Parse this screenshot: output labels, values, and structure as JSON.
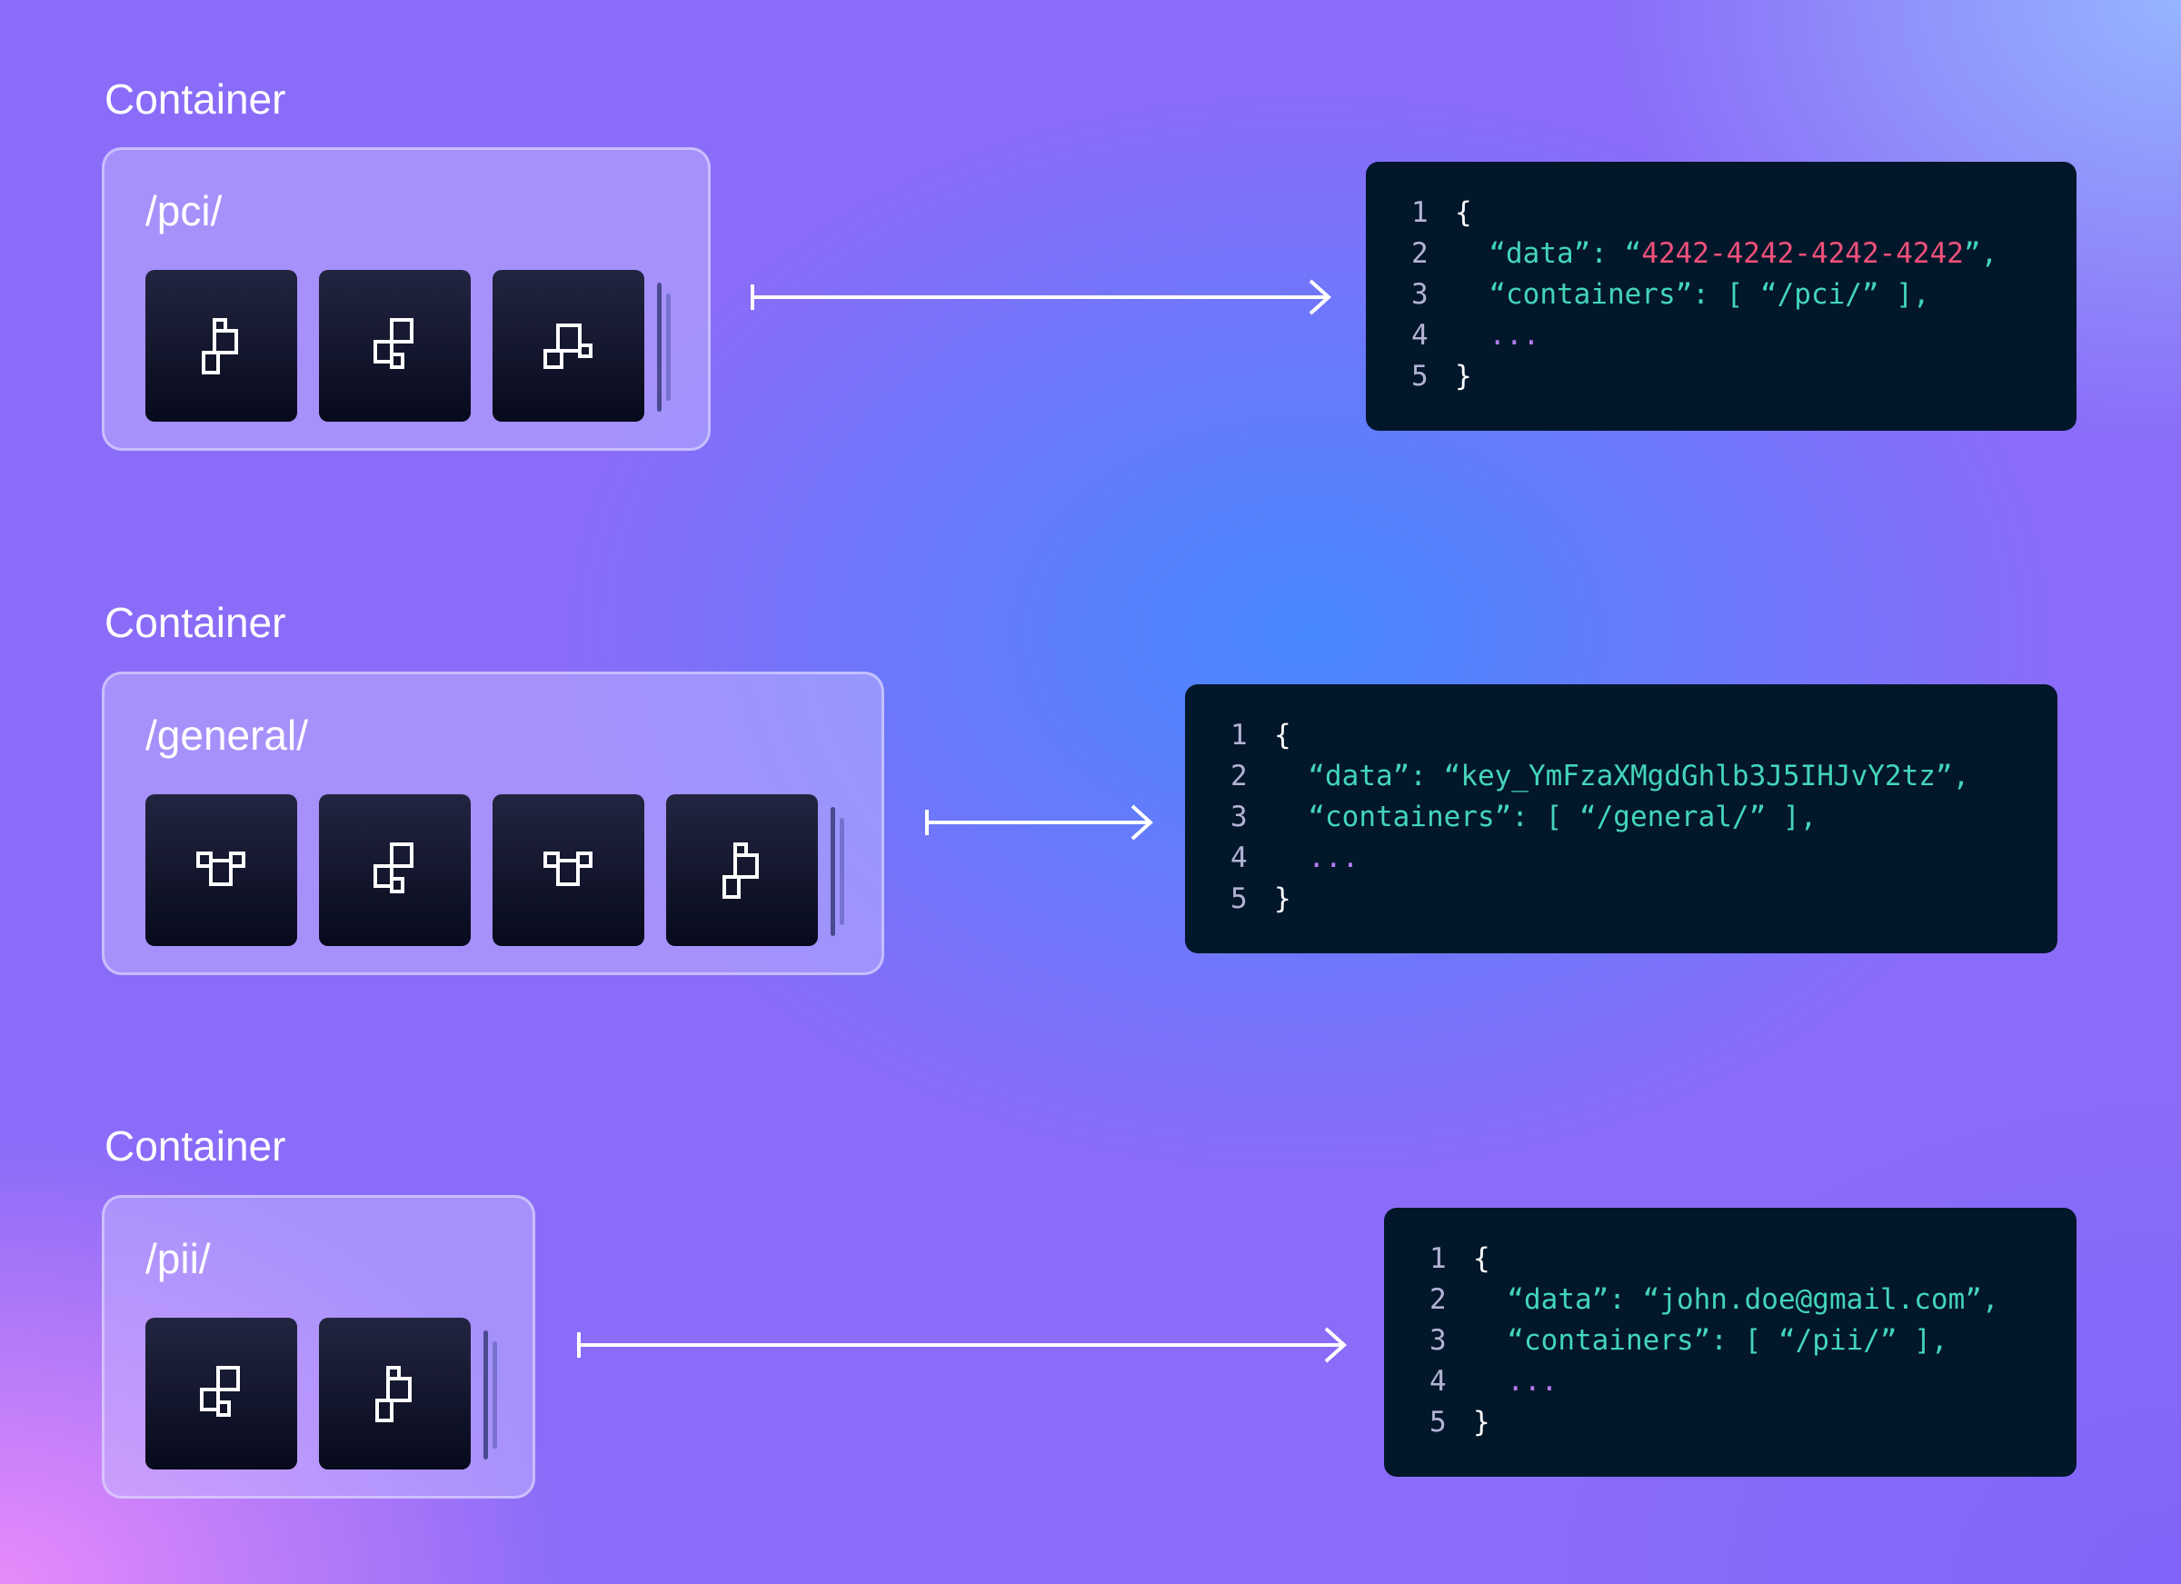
{
  "sections": [
    {
      "title": "Container",
      "path": "/pci/",
      "tile_icons": [
        "token-glyph-a",
        "token-glyph-b",
        "token-glyph-c"
      ],
      "code": {
        "line_numbers": [
          "1",
          "2",
          "3",
          "4",
          "5"
        ],
        "open": "{",
        "data_key": "“data”: “",
        "data_value": "4242-4242-4242-4242",
        "data_end": "”,",
        "containers_prefix": "“containers”: [ ",
        "containers_value": "“/pci/”",
        "containers_suffix": " ],",
        "ellipsis": "...",
        "close": "}",
        "value_color": "#f0507a"
      }
    },
    {
      "title": "Container",
      "path": "/general/",
      "tile_icons": [
        "token-glyph-d",
        "token-glyph-b",
        "token-glyph-d",
        "token-glyph-a"
      ],
      "code": {
        "line_numbers": [
          "1",
          "2",
          "3",
          "4",
          "5"
        ],
        "open": "{",
        "data_key": "“data”: “",
        "data_value": "key_YmFzaXMgdGhlb3J5IHJvY2tz",
        "data_end": "”,",
        "containers_prefix": "“containers”: [ ",
        "containers_value": "“/general/”",
        "containers_suffix": " ],",
        "ellipsis": "...",
        "close": "}",
        "value_color": "#43d5b8"
      }
    },
    {
      "title": "Container",
      "path": "/pii/",
      "tile_icons": [
        "token-glyph-b",
        "token-glyph-a"
      ],
      "code": {
        "line_numbers": [
          "1",
          "2",
          "3",
          "4",
          "5"
        ],
        "open": "{",
        "data_key": "“data”: “",
        "data_value": "john.doe@gmail.com",
        "data_end": "”,",
        "containers_prefix": "“containers”: [ ",
        "containers_value": "“/pii/”",
        "containers_suffix": " ],",
        "ellipsis": "...",
        "close": "}",
        "value_color": "#43d5b8"
      }
    }
  ]
}
